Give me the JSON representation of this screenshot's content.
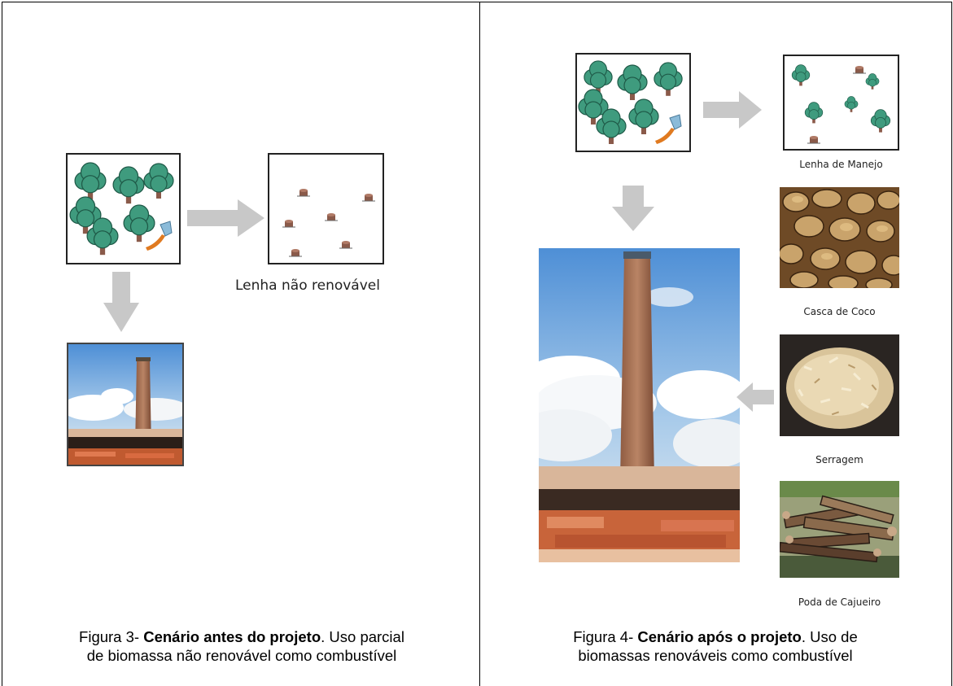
{
  "left_panel": {
    "label_nonrenewable": "Lenha não renovável",
    "caption": {
      "prefix": "Figura 3- ",
      "bold": "Cenário antes do projeto",
      "rest_line1": ". Uso parcial",
      "line2": "de biomassa não renovável como combustível"
    }
  },
  "right_panel": {
    "label_managed": "Lenha de Manejo",
    "label_coconut": "Casca de Coco",
    "label_sawdust": "Serragem",
    "label_cashew": "Poda de Cajueiro",
    "caption": {
      "prefix": "Figura 4- ",
      "bold": "Cenário após o projeto",
      "rest_line1": ". Uso de",
      "line2": "biomassas renováveis como combustível"
    }
  },
  "icons": {
    "forest": "forest-with-axe-icon",
    "stumps": "tree-stumps-icon",
    "arrow": "grey-arrow-icon"
  },
  "colors": {
    "tree": "#3f9b7e",
    "tree_dark": "#1f5a48",
    "trunk": "#8a5a4a",
    "arrow": "#c8c8c8",
    "axe_head": "#8bbbd9",
    "axe_handle": "#e07a20"
  }
}
